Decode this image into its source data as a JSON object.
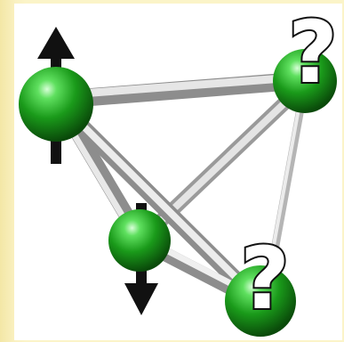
{
  "diagram": {
    "kind": "tetrahedron-spin-frustration",
    "atom_color": "#1fa01f",
    "bond_color": "#cfcfcf",
    "atoms": [
      {
        "id": "top-left",
        "spin": "up"
      },
      {
        "id": "top-right",
        "spin": "unknown"
      },
      {
        "id": "bottom-left",
        "spin": "down"
      },
      {
        "id": "bottom-right",
        "spin": "unknown"
      }
    ],
    "symbols": {
      "unknown_spin": "?"
    }
  }
}
